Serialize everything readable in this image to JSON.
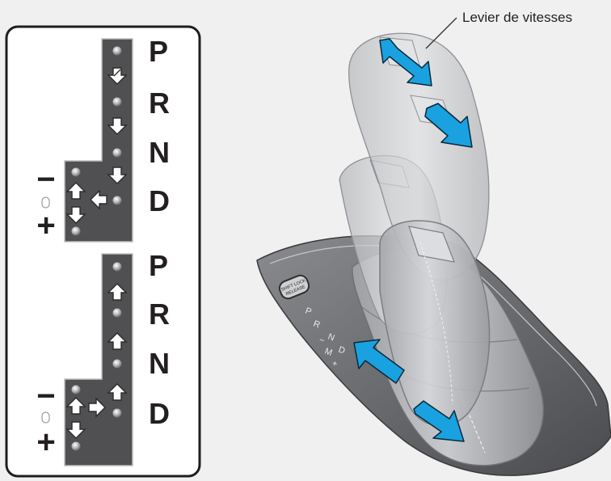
{
  "callout": {
    "text": "Levier de vitesses"
  },
  "gate_top": {
    "positions": [
      "P",
      "R",
      "N",
      "D"
    ],
    "minus": "−",
    "plus": "+"
  },
  "gate_bottom": {
    "positions": [
      "P",
      "R",
      "N",
      "D"
    ],
    "minus": "−",
    "plus": "+"
  },
  "console": {
    "button_text_1": "SHIFT LOCK",
    "button_text_2": "RELEASE",
    "indicator_P": "P",
    "indicator_R": "R",
    "indicator_N": "N",
    "indicator_D": "D",
    "indicator_minus": "−",
    "indicator_M": "M",
    "indicator_plus": "+"
  },
  "colors": {
    "arrow_blue": "#1aa1e0",
    "gate_plate": "#505052",
    "frame_border": "#1e1e1e",
    "label_text": "#231f20"
  }
}
